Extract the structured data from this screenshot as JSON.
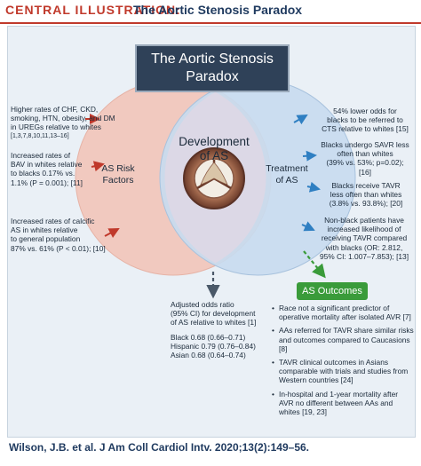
{
  "header": {
    "label": "CENTRAL ILLUSTRATION:",
    "title": "The Aortic Stenosis Paradox"
  },
  "title_box": {
    "line1": "The Aortic Stenosis",
    "line2": "Paradox"
  },
  "circles": {
    "left": {
      "line1": "AS Risk",
      "line2": "Factors"
    },
    "right": {
      "line1": "Treatment",
      "line2": "of AS"
    },
    "center": {
      "line1": "Development",
      "line2": "of AS"
    }
  },
  "left_notes": [
    {
      "lines": [
        "Higher rates of CHF, CKD,",
        "smoking, HTN, obesity, and DM",
        "in UREGs relative to whites",
        "[1,3,7,8,10,11,13–16]"
      ]
    },
    {
      "lines": [
        "Increased rates of",
        "BAV in whites relative",
        "to blacks 0.17% vs.",
        "1.1% (P = 0.001); [11]"
      ]
    },
    {
      "lines": [
        "Increased rates of calcific",
        "AS in whites relative",
        "to general population",
        "87% vs. 61% (P < 0.01); [10]"
      ]
    }
  ],
  "right_notes": [
    {
      "lines": [
        "54% lower odds for",
        "blacks to be referred to",
        "CTS relative to whites [15]"
      ]
    },
    {
      "lines": [
        "Blacks undergo SAVR less",
        "often than whites",
        "(39% vs. 53%; p=0.02);",
        "[16]"
      ]
    },
    {
      "lines": [
        "Blacks receive TAVR",
        "less often than whites",
        "(3.8% vs. 93.8%); [20]"
      ]
    },
    {
      "lines": [
        "Non-black patients have",
        "increased likelihood of",
        "receiving TAVR compared",
        "with blacks (OR: 2.812,",
        "95% CI: 1.007–7.853); [13]"
      ]
    }
  ],
  "bottom_note": {
    "lines": [
      "Adjusted odds ratio",
      "(95% CI) for development",
      "of AS relative to whites [1]"
    ],
    "rows": [
      "Black 0.68 (0.66–0.71)",
      "Hispanic 0.79 (0.76–0.84)",
      "Asian 0.68 (0.64–0.74)"
    ]
  },
  "outcomes": {
    "label": "AS Outcomes",
    "bullets": [
      "Race not a significant predictor of operative mortality after isolated AVR [7]",
      "AAs referred for TAVR share similar risks and outcomes compared to Caucasions [8]",
      "TAVR clinical outcomes in Asians comparable with trials and studies from Western countries [24]",
      "In-hospital and 1-year mortality after AVR no different between AAs and whites [19, 23]"
    ]
  },
  "footer": "Wilson, J.B. et al. J Am Coll Cardiol Intv. 2020;13(2):149–56.",
  "colors": {
    "accent_red": "#c0392b",
    "navy": "#1f3a5f",
    "left_circle": "#f1c9bf",
    "right_circle": "#c8dbef",
    "arrow_blue": "#2f7fc2",
    "arrow_red": "#c0392b",
    "arrow_green": "#3a9b3a"
  },
  "icons": [
    "aortic-valve-illustration",
    "arrow-icon"
  ]
}
